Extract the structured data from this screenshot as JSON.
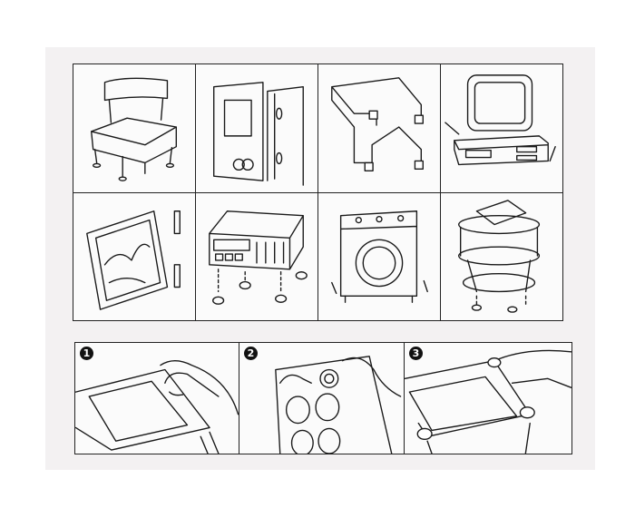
{
  "panels_top": [
    {
      "id": "chair"
    },
    {
      "id": "door"
    },
    {
      "id": "table-frame"
    },
    {
      "id": "computer"
    },
    {
      "id": "picture-frame"
    },
    {
      "id": "stereo"
    },
    {
      "id": "washing-machine"
    },
    {
      "id": "phone-stand"
    }
  ],
  "steps": [
    {
      "number": "1",
      "action": "clean-surface"
    },
    {
      "number": "2",
      "action": "peel-pad"
    },
    {
      "number": "3",
      "action": "press-pad"
    }
  ]
}
